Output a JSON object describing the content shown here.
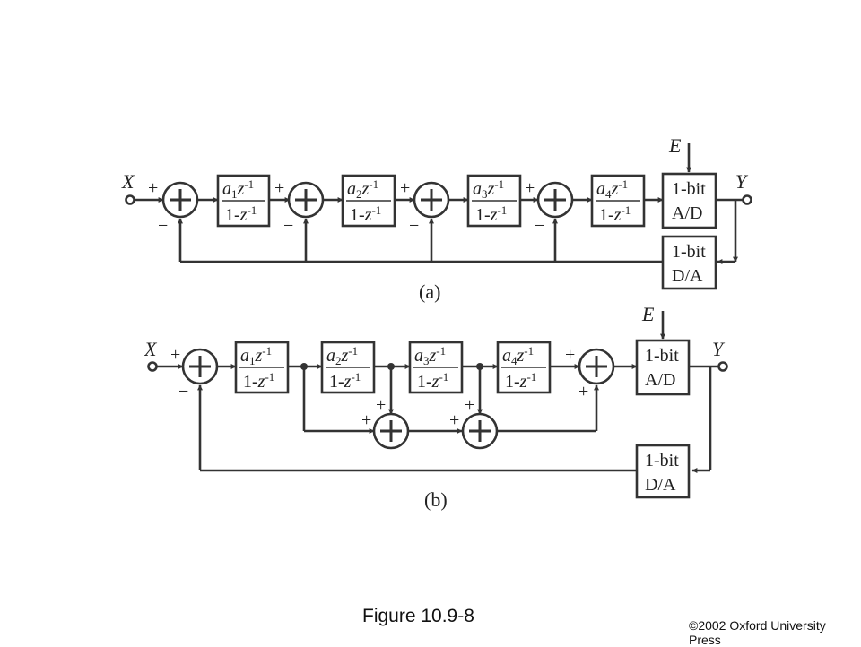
{
  "diagram_a": {
    "caption": "(a)",
    "input": "X",
    "output": "Y",
    "error": "E",
    "tf": [
      {
        "coef": "a",
        "sub": "1",
        "var": "z",
        "exp": "-1",
        "den": "1-",
        "den_var": "z",
        "den_exp": "-1"
      },
      {
        "coef": "a",
        "sub": "2",
        "var": "z",
        "exp": "-1",
        "den": "1-",
        "den_var": "z",
        "den_exp": "-1"
      },
      {
        "coef": "a",
        "sub": "3",
        "var": "z",
        "exp": "-1",
        "den": "1-",
        "den_var": "z",
        "den_exp": "-1"
      },
      {
        "coef": "a",
        "sub": "4",
        "var": "z",
        "exp": "-1",
        "den": "1-",
        "den_var": "z",
        "den_exp": "-1"
      }
    ],
    "adc": {
      "line1": "1-bit",
      "line2": "A/D"
    },
    "dac": {
      "line1": "1-bit",
      "line2": "D/A"
    },
    "plus": "+",
    "minus": "−"
  },
  "diagram_b": {
    "caption": "(b)",
    "input": "X",
    "output": "Y",
    "error": "E",
    "tf": [
      {
        "coef": "a",
        "sub": "1",
        "var": "z",
        "exp": "-1",
        "den": "1-",
        "den_var": "z",
        "den_exp": "-1"
      },
      {
        "coef": "a",
        "sub": "2",
        "var": "z",
        "exp": "-1",
        "den": "1-",
        "den_var": "z",
        "den_exp": "-1"
      },
      {
        "coef": "a",
        "sub": "3",
        "var": "z",
        "exp": "-1",
        "den": "1-",
        "den_var": "z",
        "den_exp": "-1"
      },
      {
        "coef": "a",
        "sub": "4",
        "var": "z",
        "exp": "-1",
        "den": "1-",
        "den_var": "z",
        "den_exp": "-1"
      }
    ],
    "adc": {
      "line1": "1-bit",
      "line2": "A/D"
    },
    "dac": {
      "line1": "1-bit",
      "line2": "D/A"
    },
    "plus": "+",
    "minus": "−"
  },
  "figure_label": "Figure 10.9-8",
  "copyright": "©2002 Oxford University Press"
}
